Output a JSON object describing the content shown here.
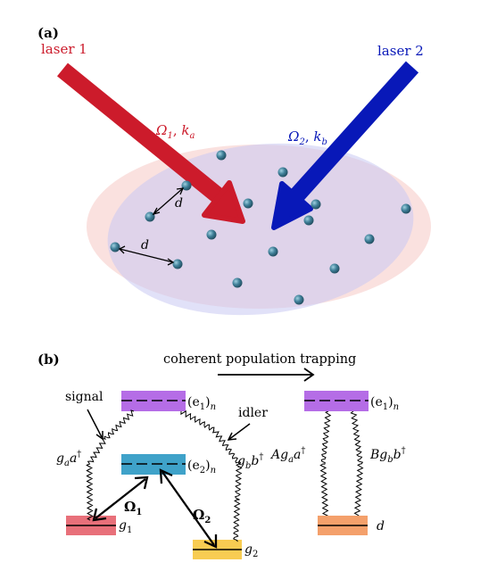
{
  "panel_a": {
    "label": "(a)",
    "laser1_label": "laser 1",
    "laser2_label": "laser 2",
    "omega1_label": "Ω",
    "omega1_sub": "1",
    "k1_label": "k",
    "k1_sub": "a",
    "omega2_label": "Ω",
    "omega2_sub": "2",
    "k2_label": "k",
    "k2_sub": "b",
    "distance_label_1": "d",
    "distance_label_2": "d",
    "colors": {
      "laser1": "#cc1b2b",
      "laser2": "#0818b8",
      "atom": "#3f7f98"
    }
  },
  "panel_b": {
    "label": "(b)",
    "cpt_label": "coherent population trapping",
    "signal_label": "signal",
    "idler_label": "idler",
    "e1_label": "(e",
    "e1_sub_idx": "1",
    "e1_paren": ")",
    "e1_sub": "n",
    "e2_label": "(e",
    "e2_sub_idx": "2",
    "e2_paren": ")",
    "e2_sub": "n",
    "g1_label": "g",
    "g1_sub": "1",
    "g2_label": "g",
    "g2_sub": "2",
    "ga_label": "g",
    "ga_sub": "a",
    "ga_op": "a",
    "ga_dag": "†",
    "gb_label": "g",
    "gb_sub": "b",
    "gb_op": "b",
    "gb_dag": "†",
    "Omega1_label": "Ω",
    "Omega1_sub": "1",
    "Omega2_label": "Ω",
    "Omega2_sub": "2",
    "right_e1_label": "(e",
    "right_e1_sub_idx": "1",
    "right_e1_paren": ")",
    "right_e1_sub": "n",
    "A_label": "Ag",
    "A_sub": "a",
    "A_op": "a",
    "A_dag": "†",
    "B_label": "Bg",
    "B_sub": "b",
    "B_op": "b",
    "B_dag": "†",
    "d_label": "d",
    "colors": {
      "e1": "#b56de6",
      "e2": "#3fa2c9",
      "g1": "#e8707a",
      "g2": "#f8cc52",
      "d": "#f4a06b"
    }
  }
}
